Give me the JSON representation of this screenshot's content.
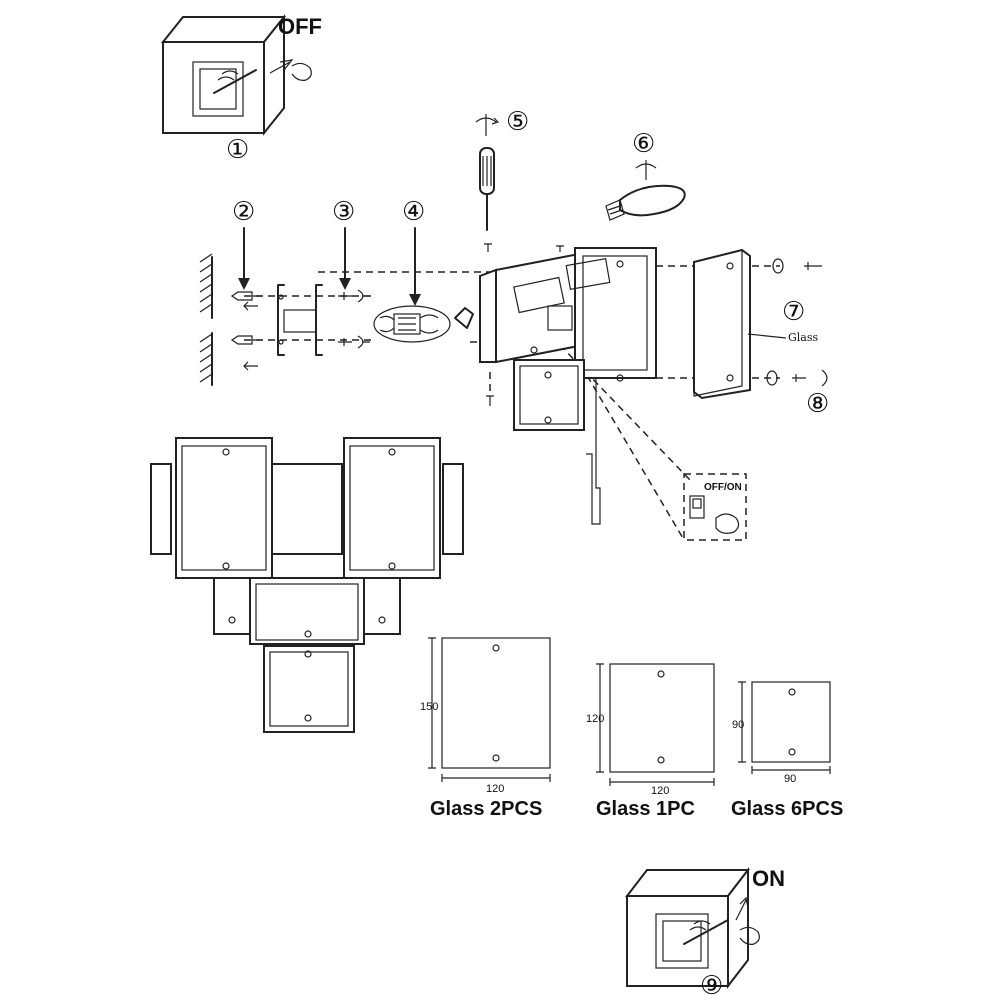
{
  "labels": {
    "off": "OFF",
    "on": "ON",
    "off_on": "OFF/ON",
    "glass": "Glass"
  },
  "steps": [
    "①",
    "②",
    "③",
    "④",
    "⑤",
    "⑥",
    "⑦",
    "⑧",
    "⑨"
  ],
  "glass_panels": [
    {
      "caption": "Glass 2PCS",
      "width": "120",
      "height": "150"
    },
    {
      "caption": "Glass 1PC",
      "width": "120",
      "height": "120"
    },
    {
      "caption": "Glass 6PCS",
      "width": "90",
      "height": "90"
    }
  ]
}
